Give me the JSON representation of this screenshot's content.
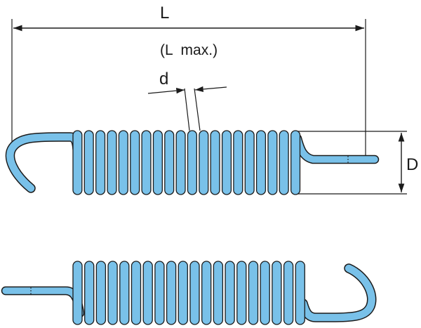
{
  "dimensions": {
    "length_label": "L",
    "length_max_label": "(L  max.)",
    "wire_label": "d",
    "diameter_label": "D"
  },
  "colors": {
    "spring_fill": "#79c1e9",
    "spring_outline": "#1b1b1b",
    "dimension_line": "#1b1b1b",
    "background": "#ffffff"
  },
  "views": [
    {
      "name": "spring-top-view",
      "hook_side": "left"
    },
    {
      "name": "spring-bottom-view",
      "hook_side": "right"
    }
  ]
}
